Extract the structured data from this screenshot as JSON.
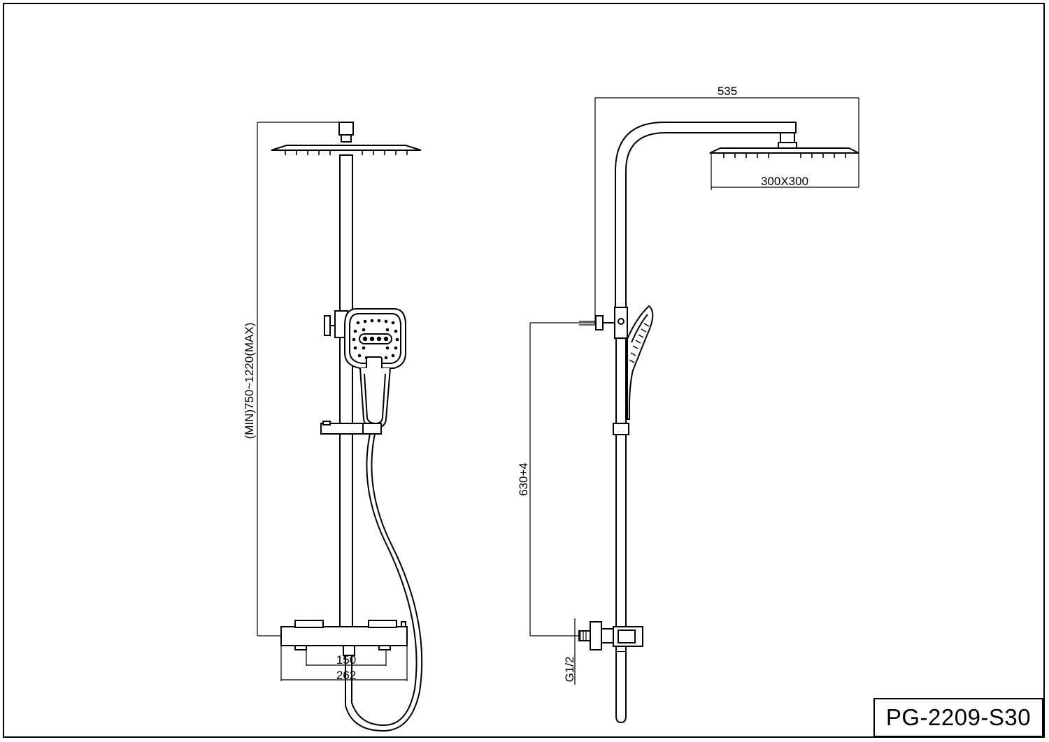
{
  "drawing": {
    "model_number": "PG-2209-S30",
    "dimensions": {
      "height_range": "(MIN)750~1220(MAX)",
      "spacing_inner": "150",
      "spacing_outer": "262",
      "arm_projection": "535",
      "head_size": "300X300",
      "outlet_height": "630+4",
      "thread": "G1/2"
    }
  }
}
